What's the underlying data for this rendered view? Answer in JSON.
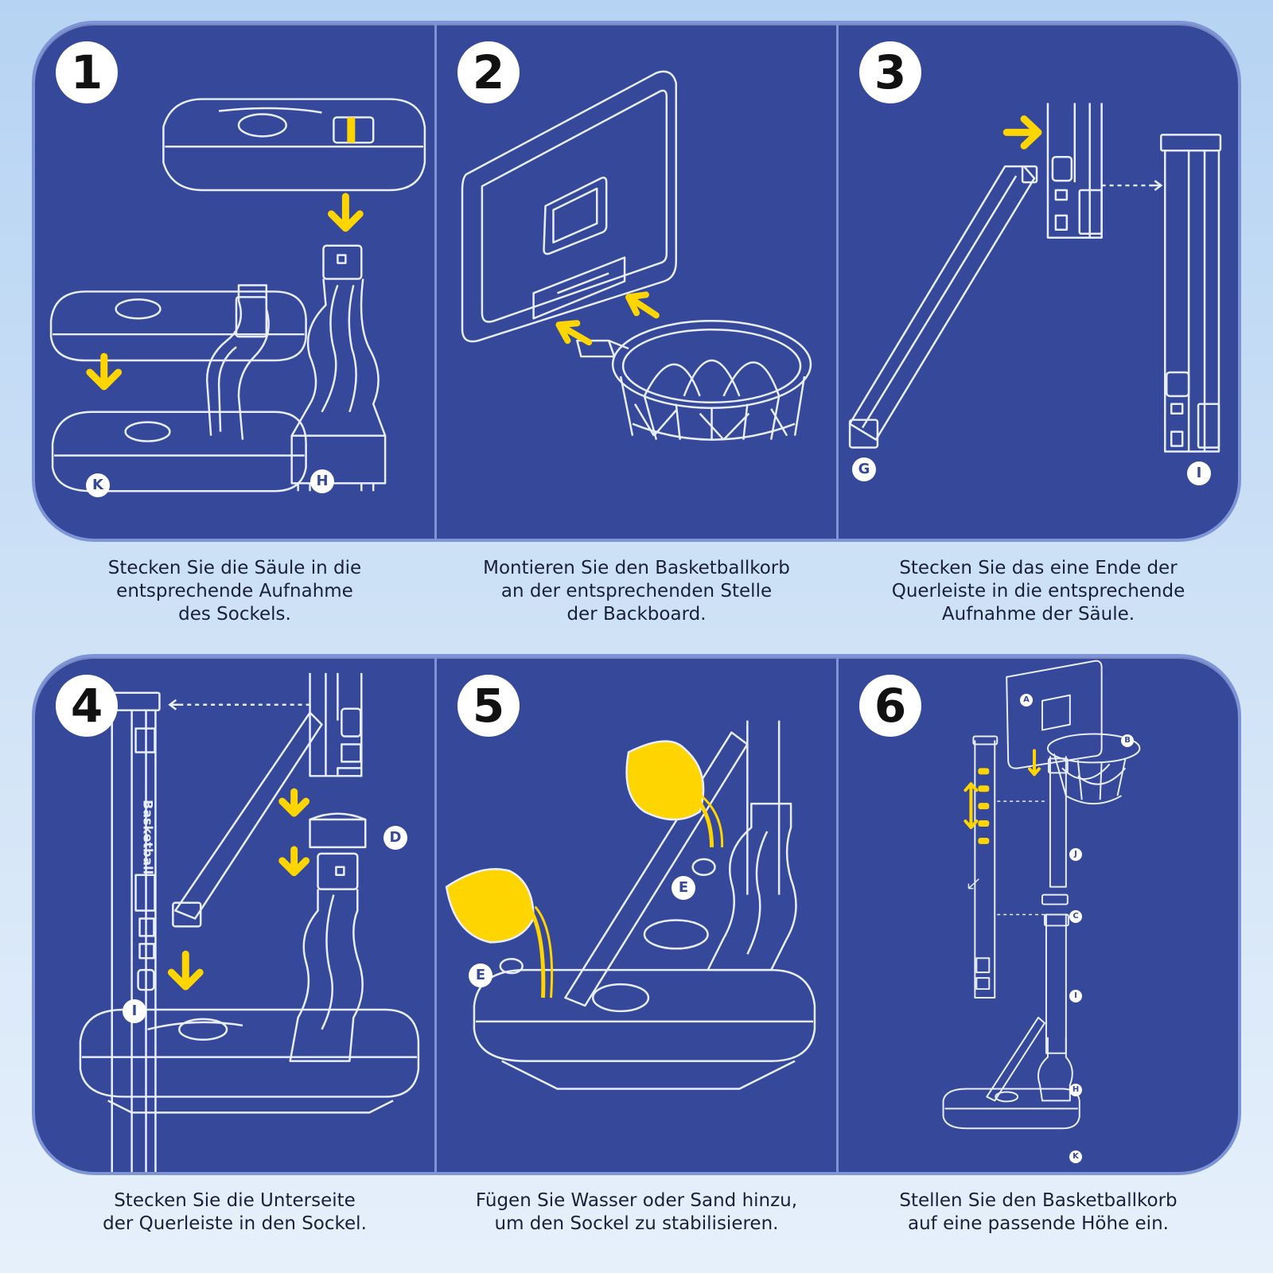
{
  "steps": [
    {
      "number": "1",
      "caption": [
        "Stecken Sie die Säule in die",
        "entsprechende Aufnahme",
        "des Sockels."
      ],
      "parts": [
        "K",
        "H"
      ]
    },
    {
      "number": "2",
      "caption": [
        "Montieren Sie den Basketballkorb",
        "an der entsprechenden Stelle",
        "der Backboard."
      ],
      "parts": []
    },
    {
      "number": "3",
      "caption": [
        "Stecken Sie das eine Ende der",
        "Querleiste in die entsprechende",
        "Aufnahme der Säule."
      ],
      "parts": [
        "G",
        "I"
      ]
    },
    {
      "number": "4",
      "caption": [
        "Stecken Sie die Unterseite",
        "der Querleiste in den Sockel."
      ],
      "parts": [
        "I",
        "D"
      ],
      "pole_label": "Basketball"
    },
    {
      "number": "5",
      "caption": [
        "Fügen Sie Wasser oder Sand hinzu,",
        "um den Sockel zu stabilisieren."
      ],
      "parts": [
        "E",
        "E"
      ]
    },
    {
      "number": "6",
      "caption": [
        "Stellen Sie den Basketballkorb",
        "auf eine passende Höhe ein."
      ],
      "parts": [
        "A",
        "B",
        "J",
        "C",
        "I",
        "H",
        "K"
      ]
    }
  ],
  "colors": {
    "panel": "#36489a",
    "panel_border": "#7d95d6",
    "line": "#e8eeff",
    "accent_yellow": "#ffd500",
    "caption_text": "#1a1f3a"
  }
}
